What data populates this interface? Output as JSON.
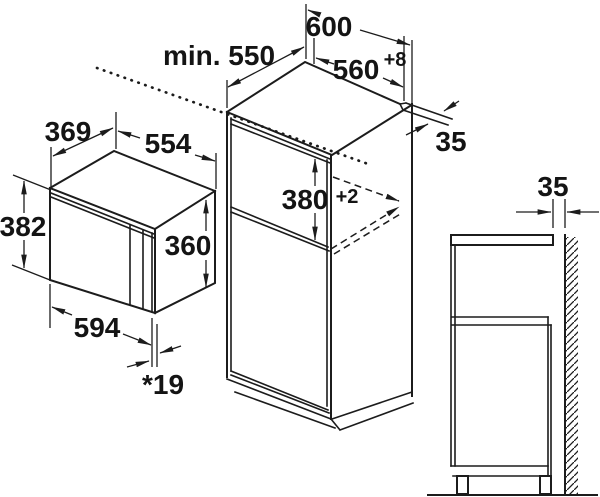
{
  "diagram": {
    "kind": "built-in appliance installation drawing",
    "line_color": "#1c1c1c",
    "background": "#ffffff"
  },
  "labels": {
    "appliance_depth": "369",
    "appliance_width": "554",
    "appliance_height": "382",
    "door_height": "360",
    "appliance_front_width": "594",
    "frame_overhang": "*19",
    "niche_min_depth": "min. 550",
    "cabinet_width": "600",
    "niche_width": "560",
    "niche_width_tolerance": "+8",
    "niche_height": "380",
    "niche_height_tolerance": "+2",
    "top_rear_gap": "35",
    "wall_gap": "35"
  }
}
